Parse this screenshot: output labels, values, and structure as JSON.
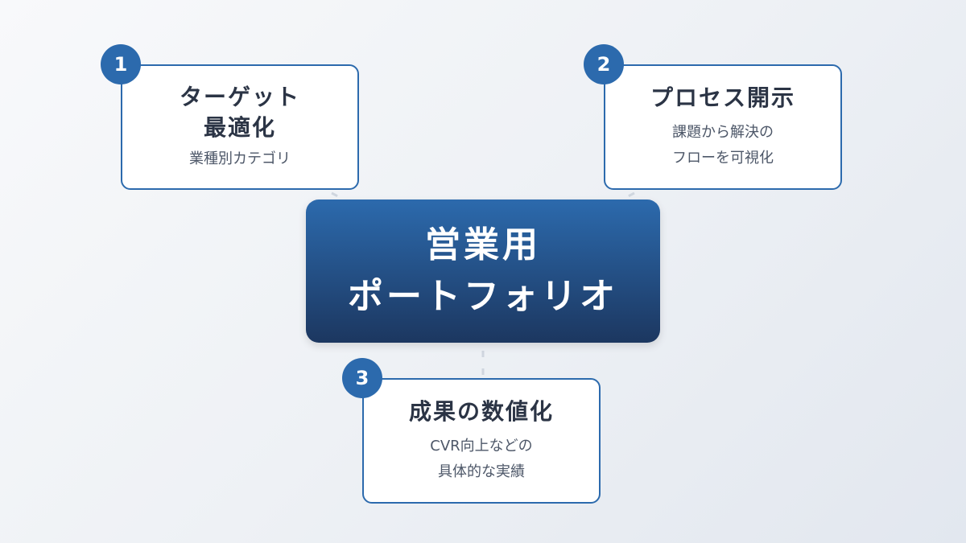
{
  "center": {
    "line1": "営業用",
    "line2": "ポートフォリオ"
  },
  "cards": [
    {
      "number": "1",
      "title_lines": [
        "ターゲット",
        "最適化"
      ],
      "sub_lines": [
        "業種別カテゴリ"
      ]
    },
    {
      "number": "2",
      "title_lines": [
        "プロセス開示"
      ],
      "sub_lines": [
        "課題から解決の",
        "フローを可視化"
      ]
    },
    {
      "number": "3",
      "title_lines": [
        "成果の数値化"
      ],
      "sub_lines": [
        "CVR向上などの",
        "具体的な実績"
      ]
    }
  ],
  "colors": {
    "accent": "#2c6aad",
    "center_top": "#2c6aad",
    "center_bottom": "#1c3760",
    "text": "#2b3445"
  }
}
